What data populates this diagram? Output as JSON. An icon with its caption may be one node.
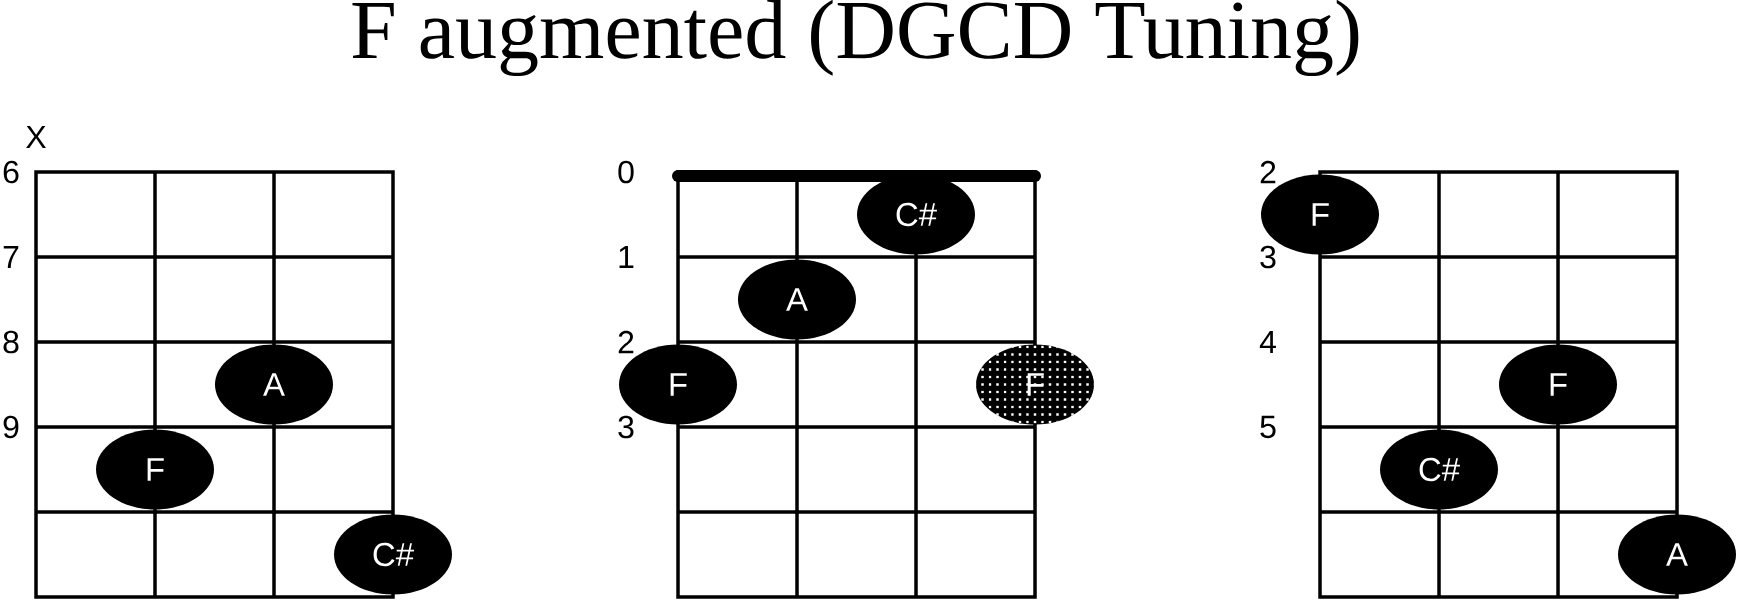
{
  "diagram": {
    "title": "F augmented (DGCD Tuning)",
    "nodes": [
      {
        "text": [
          "A"
        ]
      },
      {
        "text": [
          "F"
        ]
      },
      {
        "text": [
          "C#"
        ]
      },
      {
        "text": [
          "C#"
        ]
      },
      {
        "text": [
          "A"
        ]
      },
      {
        "text": [
          "F"
        ]
      },
      {
        "text": [
          "F"
        ]
      },
      {
        "text": [
          "F"
        ]
      },
      {
        "text": [
          "F"
        ]
      },
      {
        "text": [
          "C#"
        ]
      },
      {
        "text": [
          "A"
        ]
      }
    ],
    "labels": [
      "X",
      "6",
      "7",
      "8",
      "9",
      "0",
      "1",
      "2",
      "3",
      "2",
      "3",
      "4",
      "5"
    ]
  }
}
